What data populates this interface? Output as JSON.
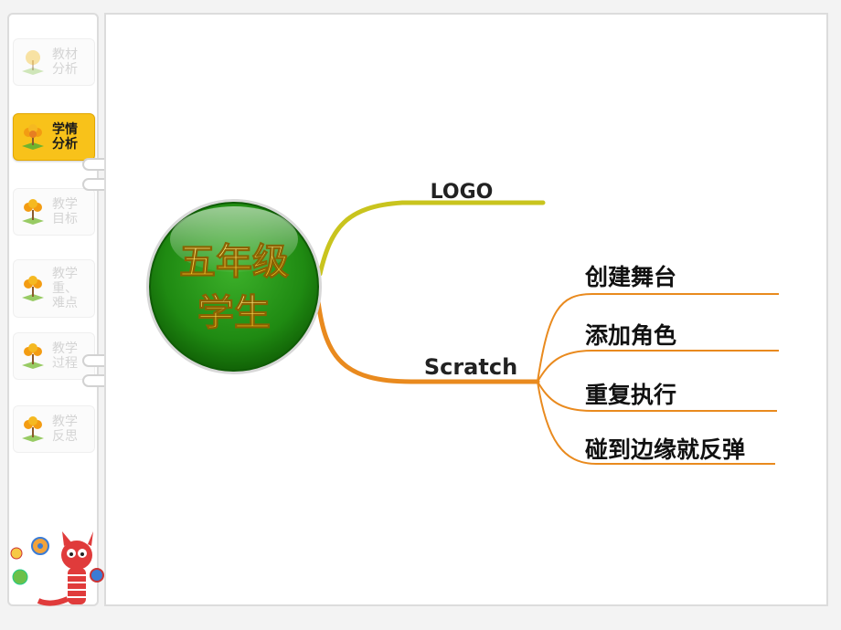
{
  "sidebar": {
    "items": [
      {
        "label": "教材\n分析",
        "active": false
      },
      {
        "label": "学情\n分析",
        "active": true
      },
      {
        "label": "教学\n目标",
        "active": false
      },
      {
        "label": "教学\n重、\n难点",
        "active": false
      },
      {
        "label": "教学\n过程",
        "active": false
      },
      {
        "label": "教学\n反思",
        "active": false
      }
    ]
  },
  "mindmap": {
    "center": {
      "line1": "五年级",
      "line2": "学生"
    },
    "branch1": "LOGO",
    "branch2": "Scratch",
    "sub_branches": [
      "创建舞台",
      "添加角色",
      "重复执行",
      "碰到边缘就反弹"
    ]
  },
  "colors": {
    "accent_yellow": "#f8c21a",
    "center_green": "#1f8a12",
    "logo_branch": "#c9c41e",
    "scratch_branch": "#e98a1e"
  }
}
